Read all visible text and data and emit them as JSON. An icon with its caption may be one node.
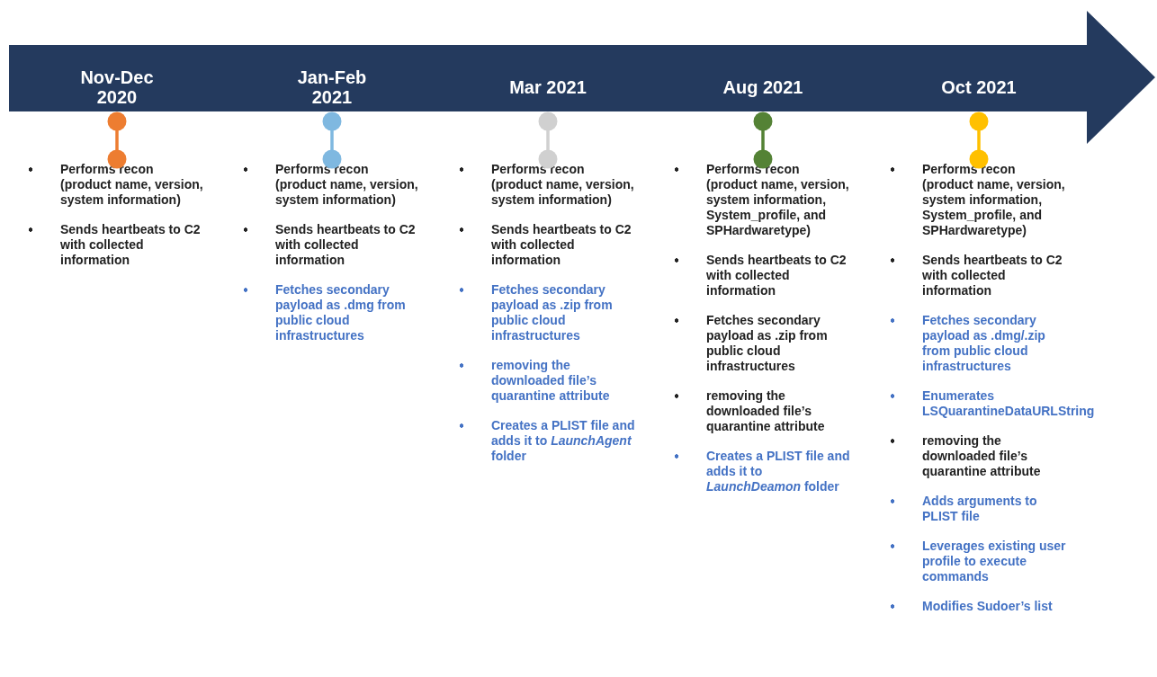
{
  "diagram": {
    "nodes": [
      {
        "text": [],
        "shape": "arrow"
      },
      {
        "text": [
          "Nov-Dec 2020"
        ],
        "in": 0
      },
      {
        "text": [
          "Jan-Feb 2021"
        ],
        "in": 0
      },
      {
        "text": [
          "Mar 2021"
        ],
        "in": 0
      },
      {
        "text": [
          "Aug 2021"
        ],
        "in": 0
      },
      {
        "text": [
          "Oct 2021"
        ],
        "in": 0
      },
      {
        "text": [
          "Performs recon (product name, version, system information)",
          "Sends heartbeats to C2 with collected information"
        ]
      },
      {
        "text": [
          "Performs recon (product name, version, system information)",
          "Sends heartbeats to C2 with collected information",
          "Fetches secondary payload as .dmg from public cloud infrastructures"
        ]
      },
      {
        "text": [
          "Performs recon (product name, version, system information)",
          "Sends heartbeats to C2 with collected information",
          "Fetches secondary payload as .zip from public cloud infrastructures",
          "removing the downloaded file’s quarantine attribute",
          "Creates a PLIST file and adds it to *LaunchAgent* folder"
        ]
      },
      {
        "text": [
          "Performs recon (product name, version, system information, System_profile, and SPHardwaretype)",
          "Sends heartbeats to C2 with collected information",
          "Fetches secondary payload as .zip from public cloud infrastructures",
          "removing the downloaded file’s quarantine attribute",
          "Creates a PLIST file and adds it to *LaunchDeamon* folder"
        ]
      },
      {
        "text": [
          "Performs recon (product name, version, system information, System_profile, and SPHardwaretype)",
          "Sends heartbeats to C2 with collected information",
          "Fetches secondary payload as .dmg/.zip from public cloud infrastructures",
          "Enumerates LSQuarantineDataURLString",
          "removing the downloaded file’s quarantine attribute",
          "Adds arguments to PLIST file",
          "Leverages existing user profile to execute commands",
          "Modifies Sudoer’s list"
        ]
      }
    ],
    "edges": [
      {
        "from": 1,
        "to": 6,
        "arrow": "other",
        "color": "#ed7d31"
      },
      {
        "from": 2,
        "to": 7,
        "arrow": "other",
        "color": "#7fb8e0"
      },
      {
        "from": 3,
        "to": 8,
        "arrow": "other",
        "color": "#d0d0d0"
      },
      {
        "from": 4,
        "to": 9,
        "arrow": "other",
        "color": "#548235"
      },
      {
        "from": 5,
        "to": 10,
        "arrow": "other",
        "color": "#ffc000"
      }
    ]
  }
}
